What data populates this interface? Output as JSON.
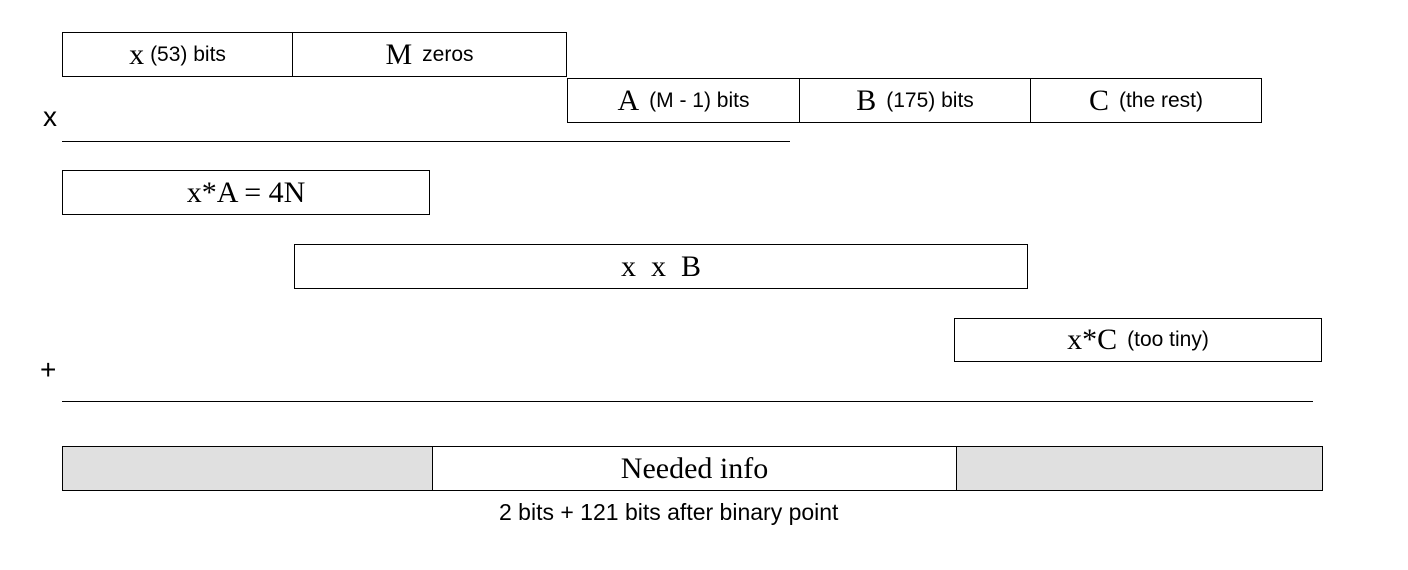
{
  "row1": {
    "x_box": {
      "symbol": "x",
      "detail": "(53) bits"
    },
    "m_box": {
      "symbol": "M",
      "detail": "zeros"
    }
  },
  "row2": {
    "a_box": {
      "symbol": "A",
      "detail": "(M - 1)  bits"
    },
    "b_box": {
      "symbol": "B",
      "detail": "(175)  bits"
    },
    "c_box": {
      "symbol": "C",
      "detail": "(the rest)"
    }
  },
  "operator_multiply": "x",
  "product1": {
    "text": "x*A = 4N"
  },
  "product2": {
    "text": "x  x  B"
  },
  "product3": {
    "symbol": "x*C",
    "detail": "(too tiny)"
  },
  "operator_add": "+",
  "result": {
    "middle_label": "Needed info",
    "caption": "2 bits + 121 bits after binary point",
    "shade_color": "#e0e0e0"
  }
}
